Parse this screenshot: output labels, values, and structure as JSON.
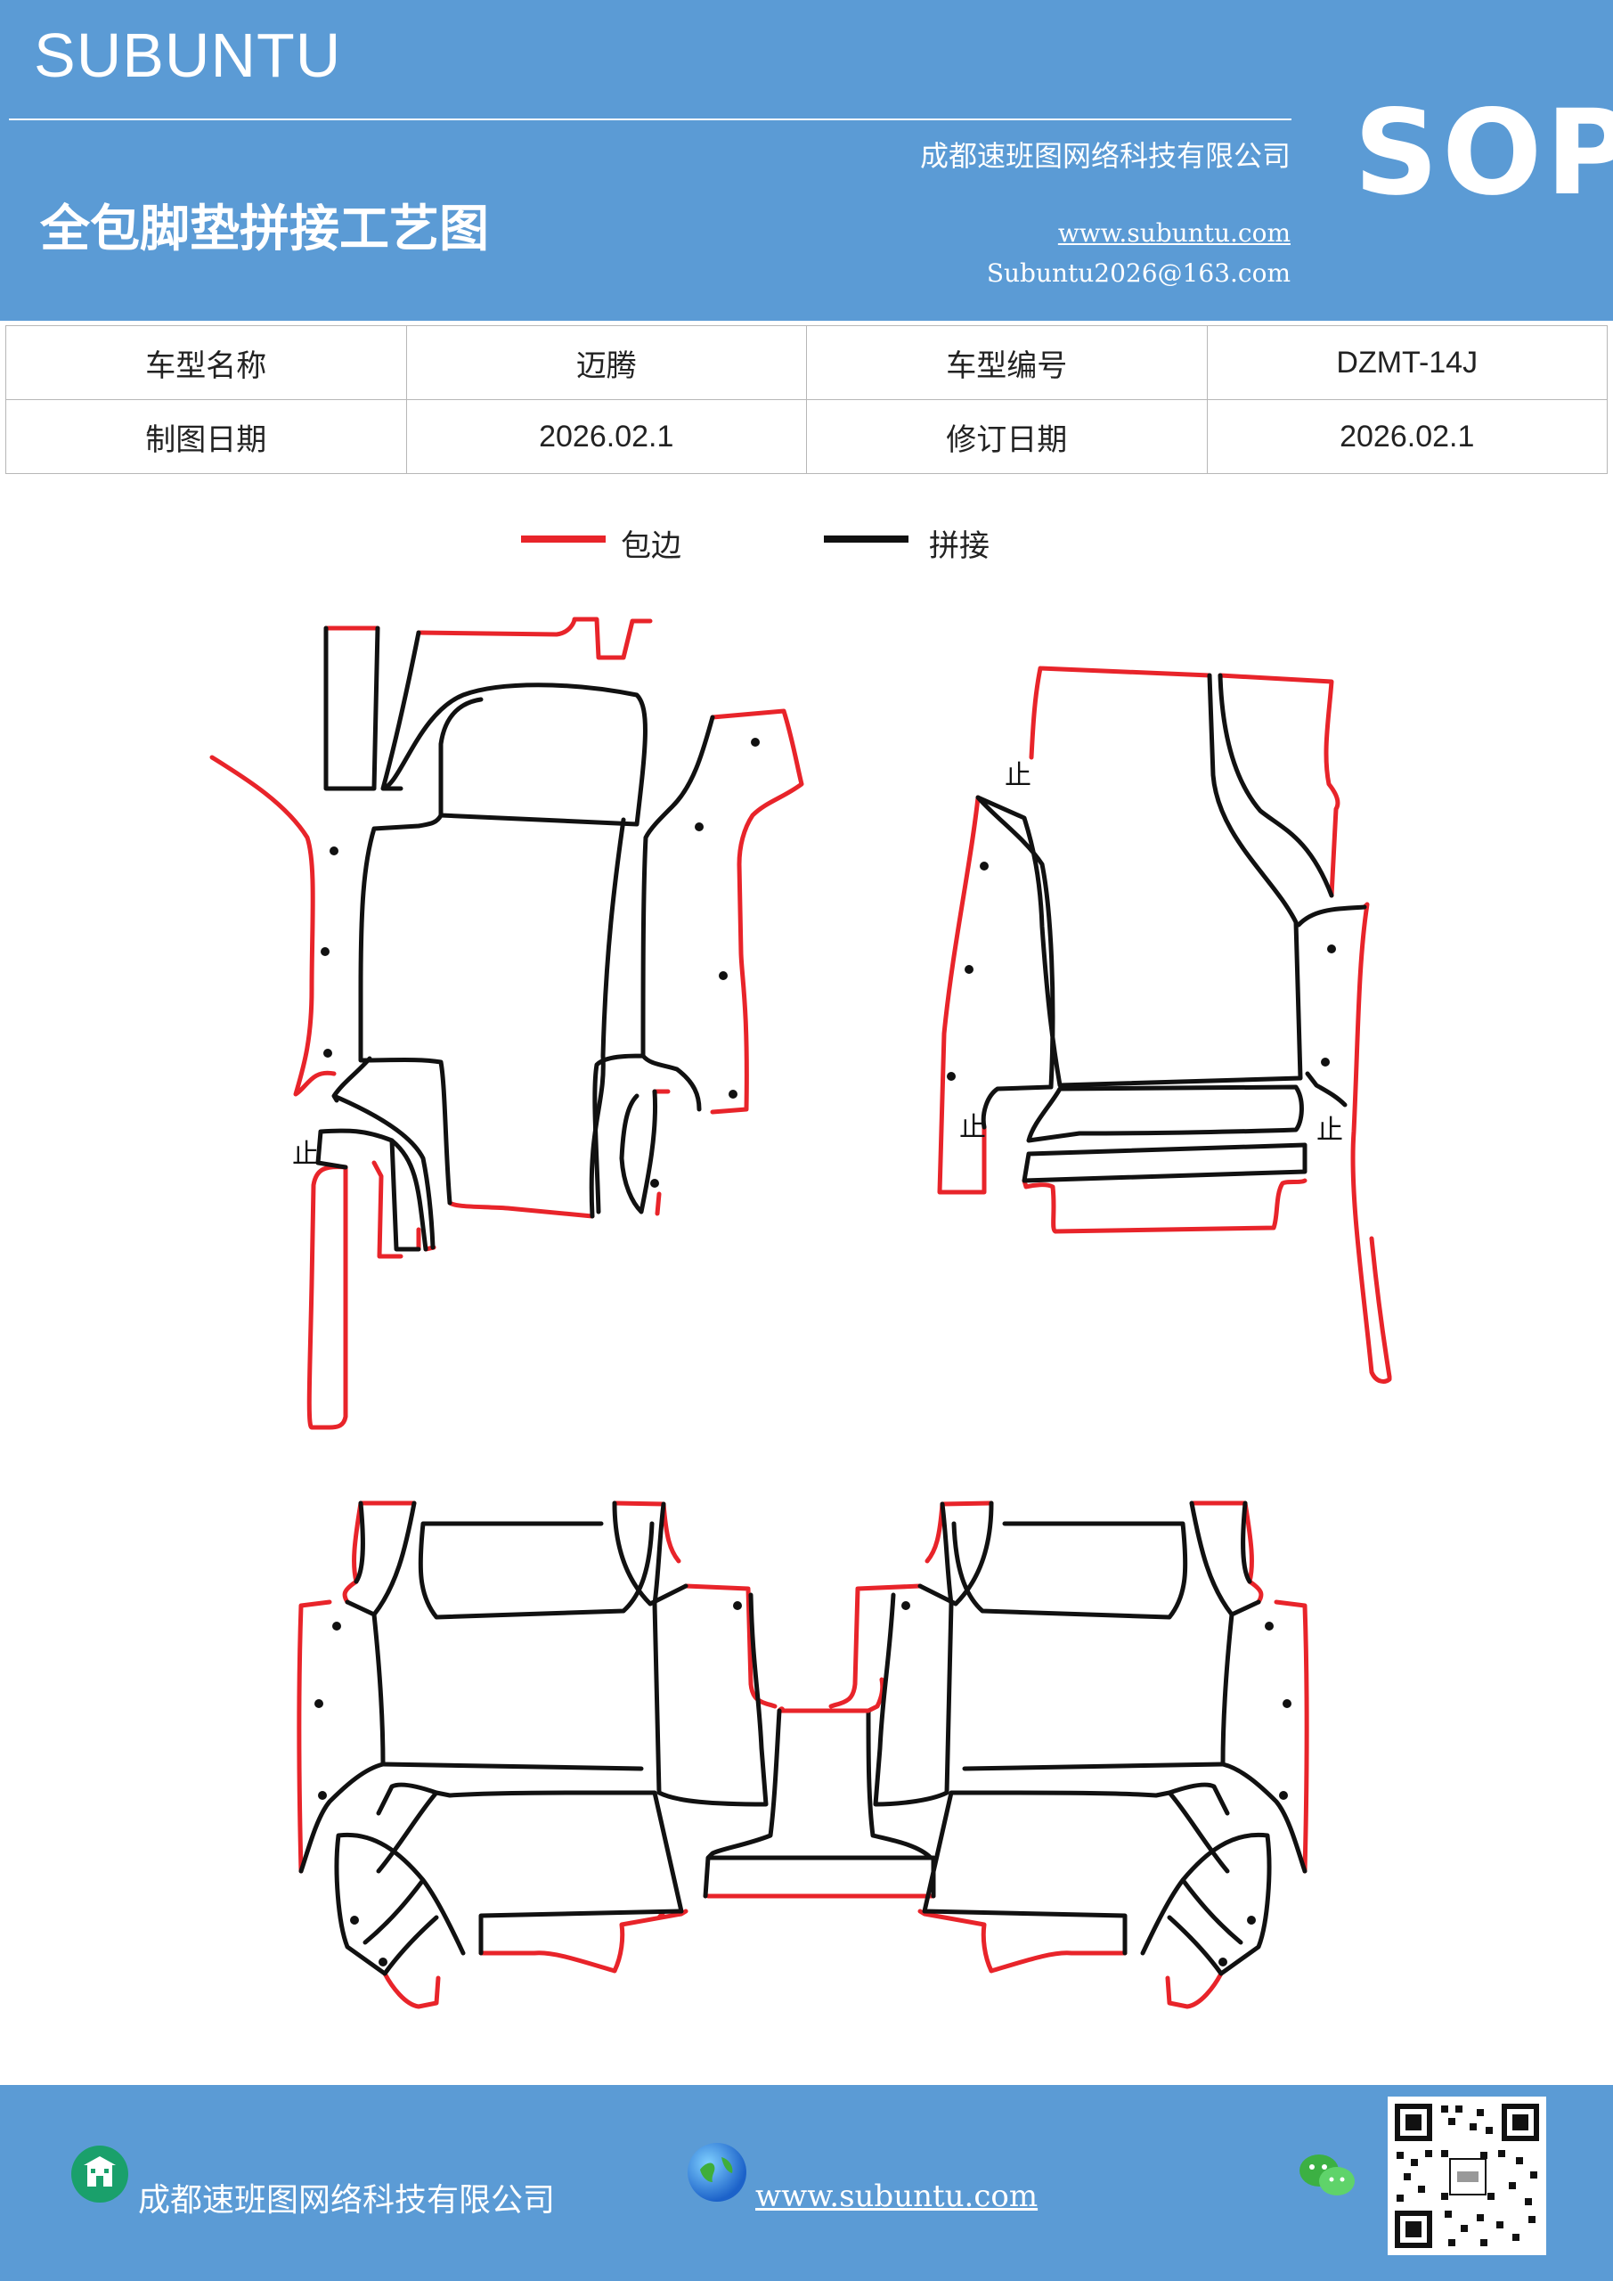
{
  "header": {
    "brand": "SUBUNTU",
    "company": "成都速班图网络科技有限公司",
    "title": "全包脚垫拼接工艺图",
    "url": "www.subuntu.com",
    "email": "Subuntu2026@163.com",
    "badge": "SOP"
  },
  "info_table": [
    [
      "车型名称",
      "迈腾",
      "车型编号",
      "DZMT-14J"
    ],
    [
      "制图日期",
      "2026.02.1",
      "修订日期",
      "2026.02.1"
    ]
  ],
  "legend": {
    "items": [
      {
        "label": "包边",
        "color": "#e8242a"
      },
      {
        "label": "拼接",
        "color": "#111111"
      }
    ]
  },
  "drawing": {
    "stop_mark": "止",
    "edge_color": "#e8242a",
    "seam_color": "#111111"
  },
  "footer": {
    "company": "成都速班图网络科技有限公司",
    "url": "www.subuntu.com"
  }
}
